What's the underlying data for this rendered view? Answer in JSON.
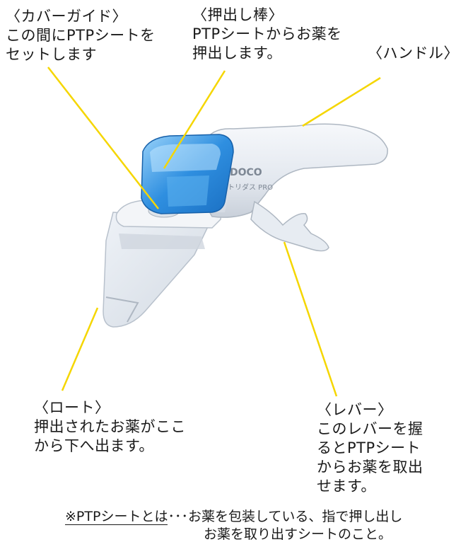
{
  "labels": {
    "cover_guide": {
      "title": "〈カバーガイド〉",
      "lines": [
        "この間にPTPシートを",
        "セットします"
      ]
    },
    "push_rod": {
      "title": "〈押出し棒〉",
      "lines": [
        "PTPシートからお薬を",
        "押出します。"
      ]
    },
    "handle": {
      "title": "〈ハンドル〉"
    },
    "funnel": {
      "title": "〈ロート〉",
      "lines": [
        "押出されたお薬がここ",
        "から下へ出ます。"
      ]
    },
    "lever": {
      "title": "〈レバー〉",
      "lines": [
        "このレバーを握",
        "るとPTPシート",
        "からお薬を取出",
        "せます。"
      ]
    }
  },
  "device": {
    "brand_text": "DOCO",
    "model_text": "トリダス PRO"
  },
  "footnote": {
    "term": "※PTPシートとは",
    "dots": "･･･",
    "line1": "お薬を包装している、指で押し出し",
    "line2": "お薬を取り出すシートのこと。"
  },
  "colors": {
    "leader_line": "#f5d600",
    "device_body": "#e6eaf0",
    "device_shadow": "#c3cad4",
    "blue_part": "#2f8fe0",
    "blue_light": "#7fc4f5"
  }
}
